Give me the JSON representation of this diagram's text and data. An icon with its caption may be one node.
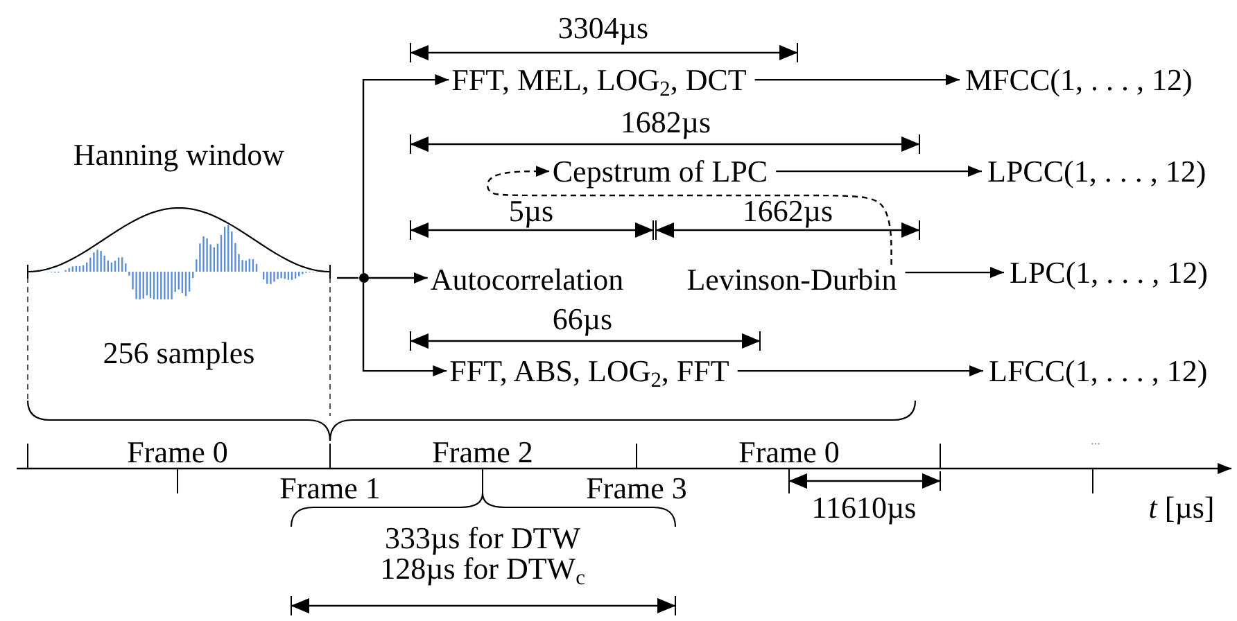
{
  "diagram": {
    "nodes": [
      {
        "text": [
          "Hanning window",
          "256 samples"
        ]
      },
      {
        "text": [],
        "shape": "circle"
      },
      {
        "text": [
          "FFT, MEL, LOG$_{2}$, DCT"
        ]
      },
      {
        "text": [
          "Cepstrum of LPC"
        ]
      },
      {
        "text": [
          "Autocorrelation"
        ]
      },
      {
        "text": [
          "Levinson-Durbin"
        ]
      },
      {
        "text": [
          "FFT, ABS, LOG$_{2}$, FFT"
        ]
      },
      {
        "text": [
          "MFCC(1, . . . , 12)"
        ]
      },
      {
        "text": [
          "LPCC(1, . . . , 12)"
        ]
      },
      {
        "text": [
          "LPC(1, . . . , 12)"
        ]
      },
      {
        "text": [
          "LFCC(1, . . . , 12)"
        ]
      }
    ],
    "edges": [
      {
        "from": 0,
        "to": 1,
        "arrow": "none"
      },
      {
        "from": 1,
        "to": 2,
        "arrow": "to"
      },
      {
        "from": 1,
        "to": 4,
        "arrow": "to"
      },
      {
        "from": 1,
        "to": 6,
        "arrow": "to"
      },
      {
        "from": 2,
        "to": 7,
        "arrow": "to"
      },
      {
        "from": 3,
        "to": 8,
        "arrow": "to"
      },
      {
        "from": 5,
        "to": 9,
        "arrow": "to"
      },
      {
        "from": 6,
        "to": 10,
        "arrow": "to"
      },
      {
        "from": 5,
        "to": 3,
        "arrow": "to",
        "style": "dashed"
      }
    ],
    "labels": [
      "3304µs",
      "1682µs",
      "5µs",
      "1662µs",
      "66µs",
      "Frame 0",
      "Frame 2",
      "Frame 0",
      "...",
      "Frame 1",
      "Frame 3",
      "11610µs",
      "*t* [µs]",
      "333µs for DTW",
      "128µs for DTW$_{c}$"
    ]
  }
}
